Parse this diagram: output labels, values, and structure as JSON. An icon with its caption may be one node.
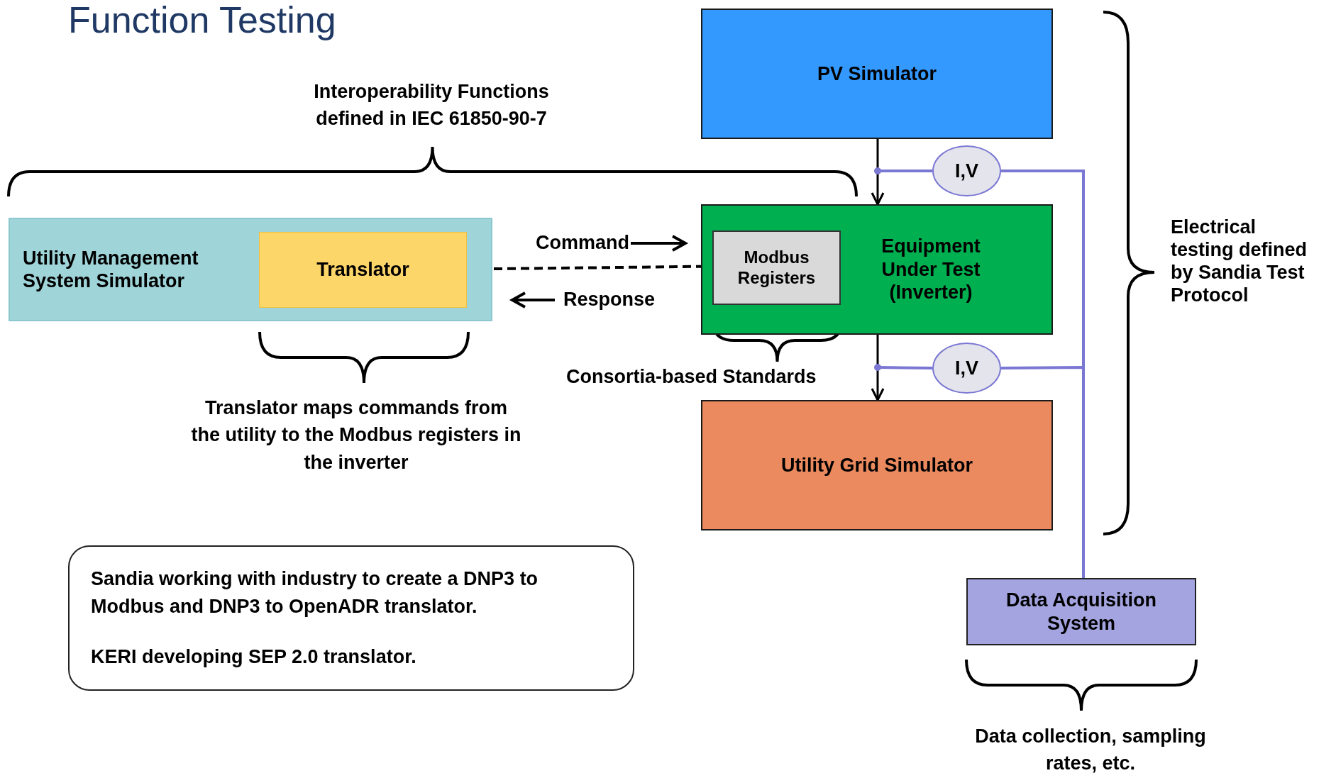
{
  "diagram": {
    "title": "Function Testing",
    "nodes": [
      {
        "text": [
          "PV Simulator"
        ]
      },
      {
        "text": [
          "I,V"
        ]
      },
      {
        "text": [
          "Utility Management System Simulator"
        ]
      },
      {
        "text": [
          "Translator"
        ],
        "in": 2
      },
      {
        "text": [
          "Equipment Under Test (Inverter)"
        ]
      },
      {
        "text": [
          "Modbus Registers"
        ],
        "in": 4
      },
      {
        "text": [
          "I,V"
        ]
      },
      {
        "text": [
          "Utility Grid Simulator"
        ]
      },
      {
        "text": [
          "Sandia working with industry to create a DNP3 to Modbus and DNP3 to OpenADR translator.",
          "KERI developing SEP 2.0 translator."
        ]
      },
      {
        "text": [
          "Data Acquisition System"
        ]
      }
    ],
    "edges": [
      {
        "from": 0,
        "to": 4,
        "arrow": "to",
        "color": "#000000"
      },
      {
        "from": 3,
        "to": 5,
        "arrow": "none",
        "style": "dashed",
        "color": "#000000"
      },
      {
        "from": 4,
        "to": 7,
        "arrow": "to",
        "color": "#000000"
      },
      {
        "from": 0,
        "to": 1,
        "arrow": "other"
      },
      {
        "from": 1,
        "to": 9,
        "arrow": "none"
      },
      {
        "from": 4,
        "to": 6,
        "arrow": "other"
      },
      {
        "from": 6,
        "to": 9,
        "arrow": "none"
      }
    ],
    "labels": [
      "Interoperability Functions defined in IEC 61850-90-7",
      "Electrical testing defined by Sandia Test Protocol",
      "Command",
      "Response",
      "Translator maps commands from the utility to the Modbus registers in the inverter",
      "Consortia-based Standards",
      "Data collection, sampling rates, etc."
    ]
  }
}
